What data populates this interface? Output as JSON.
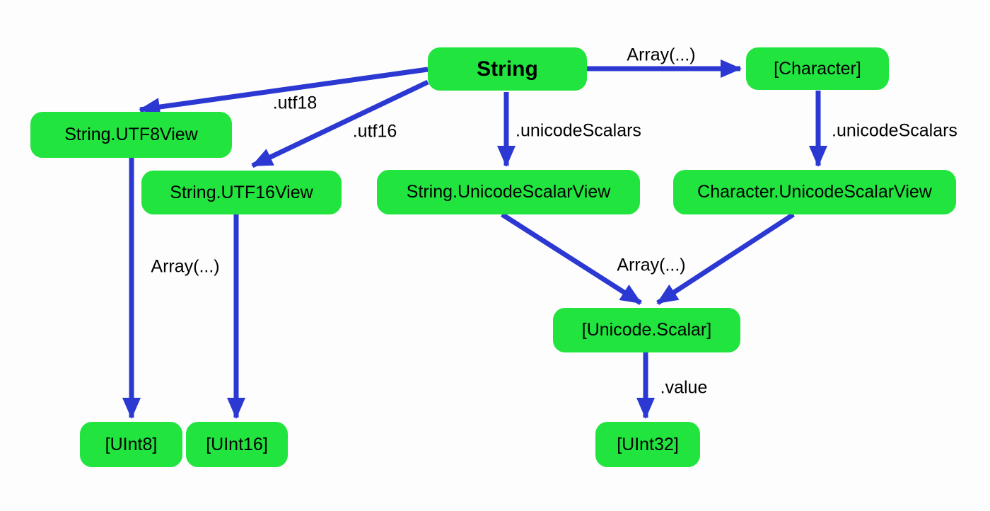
{
  "diagram": {
    "title": "Swift String views diagram",
    "background": "#fdfdfd",
    "node_fill": "#21e43f",
    "arrow_color": "#2b38d2",
    "text_color": "#000000"
  },
  "nodes": [
    {
      "id": "string",
      "label": "String",
      "emphasis": "bold"
    },
    {
      "id": "character-array",
      "label": "[Character]"
    },
    {
      "id": "string-utf8view",
      "label": "String.UTF8View"
    },
    {
      "id": "string-utf16view",
      "label": "String.UTF16View"
    },
    {
      "id": "string-unicodescalarview",
      "label": "String.UnicodeScalarView"
    },
    {
      "id": "character-unicodescalarview",
      "label": "Character.UnicodeScalarView"
    },
    {
      "id": "uint8-array",
      "label": "[UInt8]"
    },
    {
      "id": "uint16-array",
      "label": "[UInt16]"
    },
    {
      "id": "unicode-scalar-array",
      "label": "[Unicode.Scalar]"
    },
    {
      "id": "uint32-array",
      "label": "[UInt32]"
    }
  ],
  "edges": [
    {
      "from": "String",
      "to": "[Character]",
      "label": "Array(...)"
    },
    {
      "from": "String",
      "to": "String.UTF8View",
      "label": ".utf18"
    },
    {
      "from": "String",
      "to": "String.UTF16View",
      "label": ".utf16"
    },
    {
      "from": "String",
      "to": "String.UnicodeScalarView",
      "label": ".unicodeScalars"
    },
    {
      "from": "[Character]",
      "to": "Character.UnicodeScalarView",
      "label": ".unicodeScalars"
    },
    {
      "from": "String.UTF8View",
      "to": "[UInt8]",
      "label": "Array(...)"
    },
    {
      "from": "String.UTF16View",
      "to": "[UInt16]",
      "label": ""
    },
    {
      "from": "String.UnicodeScalarView",
      "to": "[Unicode.Scalar]",
      "label": "Array(...)"
    },
    {
      "from": "Character.UnicodeScalarView",
      "to": "[Unicode.Scalar]",
      "label": ""
    },
    {
      "from": "[Unicode.Scalar]",
      "to": "[UInt32]",
      "label": ".value"
    }
  ]
}
